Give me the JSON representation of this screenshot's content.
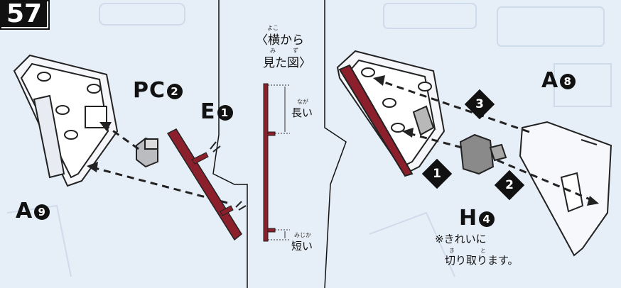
{
  "step_number": "57",
  "labels": {
    "a9": "A",
    "a9_num": "9",
    "pc2": "PC",
    "pc2_num": "2",
    "e1": "E",
    "e1_num": "1",
    "a8": "A",
    "a8_num": "8",
    "h4": "H",
    "h4_num": "4"
  },
  "side_view": {
    "title_line1": "〈横から",
    "title_line2": "見た図〉",
    "ruby_yoko": "よこ",
    "ruby_mi": "み",
    "ruby_zu": "ず",
    "long": "長い",
    "ruby_naga": "なが",
    "short": "短い",
    "ruby_mijika": "みじか"
  },
  "note": {
    "line1": "※きれいに",
    "line2": "切り取ります。",
    "ruby_ki": "き",
    "ruby_to": "と"
  },
  "order_markers": [
    "1",
    "2",
    "3"
  ],
  "colors": {
    "part_fill": "#f4f6fa",
    "outline": "#222222",
    "red_part": "#8c1f2c",
    "background": "#e6eef7",
    "gray_part": "#8a8a8a"
  }
}
